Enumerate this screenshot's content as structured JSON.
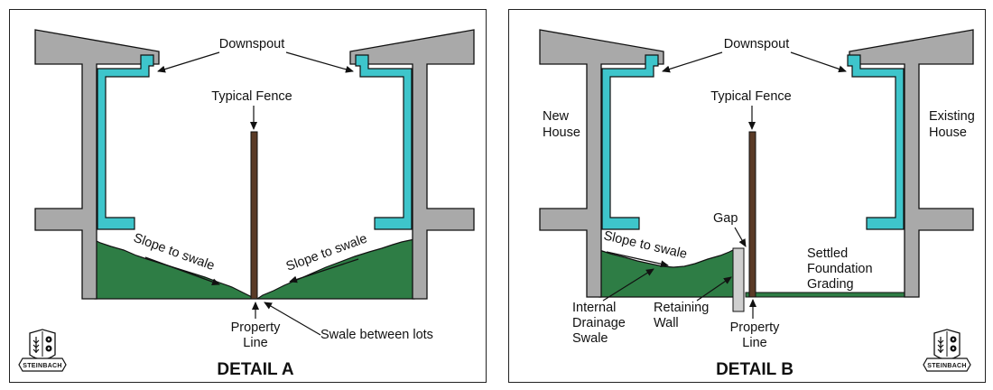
{
  "detail_a": {
    "title": "DETAIL A",
    "downspout_label": "Downspout",
    "fence_label": "Typical Fence",
    "slope_left_label": "Slope to swale",
    "slope_right_label": "Slope to swale",
    "property_line_1": "Property",
    "property_line_2": "Line",
    "swale_label": "Swale between lots",
    "crest_text": "STEINBACH"
  },
  "detail_b": {
    "title": "DETAIL B",
    "downspout_label": "Downspout",
    "fence_label": "Typical Fence",
    "new_house_1": "New",
    "new_house_2": "House",
    "existing_house_1": "Existing",
    "existing_house_2": "House",
    "slope_label": "Slope to swale",
    "gap_label": "Gap",
    "settled_1": "Settled",
    "settled_2": "Foundation",
    "settled_3": "Grading",
    "internal_1": "Internal",
    "internal_2": "Drainage",
    "internal_3": "Swale",
    "retaining_1": "Retaining",
    "retaining_2": "Wall",
    "property_line_1": "Property",
    "property_line_2": "Line",
    "crest_text": "STEINBACH"
  },
  "colors": {
    "house_fill": "#a9a9a9",
    "downspout": "#3ec5cb",
    "ground": "#2e7d45",
    "fence": "#5a3a26",
    "retaining_wall": "#cfcfcf"
  }
}
